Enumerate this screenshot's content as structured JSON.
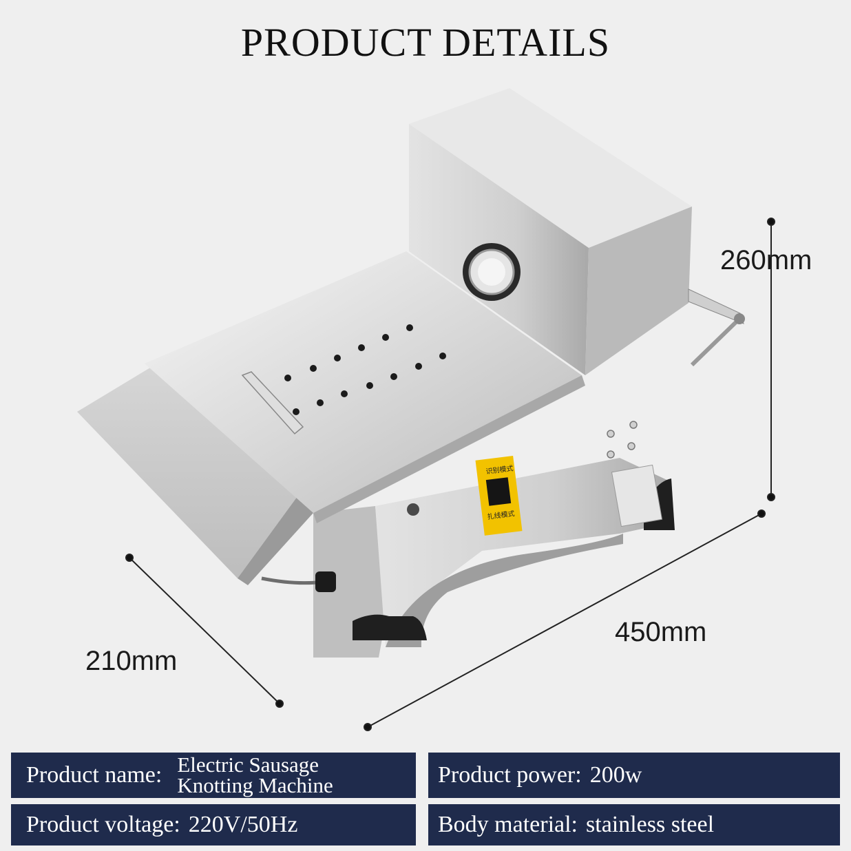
{
  "title": "PRODUCT DETAILS",
  "dimensions": {
    "height": "260mm",
    "length": "450mm",
    "width": "210mm"
  },
  "panel_labels": {
    "top": "识别模式",
    "bottom": "扎线模式"
  },
  "specs": {
    "name": {
      "label": "Product name:",
      "value_line1": "Electric Sausage",
      "value_line2": "Knotting Machine"
    },
    "power": {
      "label": "Product power:",
      "value": "200w"
    },
    "voltage": {
      "label": "Product voltage:",
      "value": "220V/50Hz"
    },
    "material": {
      "label": "Body material:",
      "value": "stainless steel"
    }
  },
  "colors": {
    "spec_background": "#1f2b4c",
    "page_background": "#efefef",
    "switch_panel": "#f2c200"
  }
}
